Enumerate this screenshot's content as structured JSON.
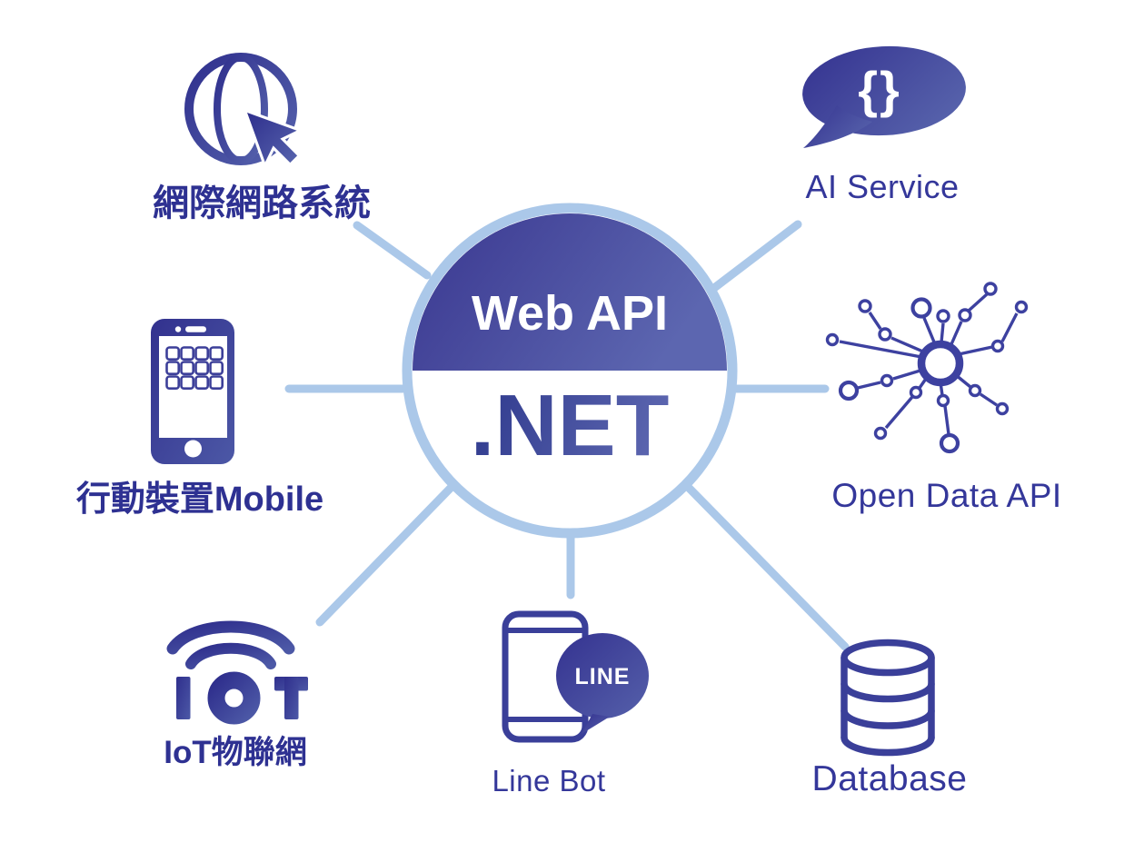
{
  "title": "Web API .NET hub diagram",
  "center": {
    "top_label": "Web API",
    "bottom_label": ".NET"
  },
  "nodes": {
    "internet": {
      "label": "網際網路系統"
    },
    "ai": {
      "label": "AI Service",
      "icon_glyph": "{}"
    },
    "mobile": {
      "label": "行動裝置Mobile"
    },
    "opendata": {
      "label": "Open Data API"
    },
    "iot": {
      "label": "IoT物聯網",
      "icon_text": "IOT"
    },
    "linebot": {
      "label": "Line Bot",
      "icon_text": "LINE"
    },
    "database": {
      "label": "Database"
    }
  },
  "colors": {
    "connector_light_blue": "#abc8e9",
    "indigo_dark": "#32318e",
    "indigo_light": "#5b66b0",
    "label_indigo": "#2e3192",
    "net_text_from": "#2d388c",
    "net_text_to": "#5a64ae",
    "white": "#ffffff"
  }
}
